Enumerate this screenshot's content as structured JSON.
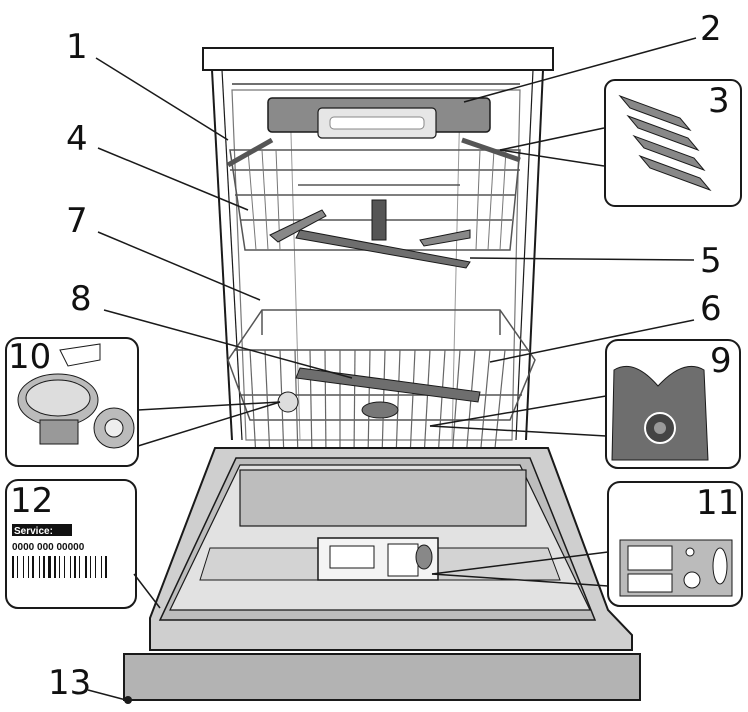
{
  "callouts": [
    {
      "id": "1",
      "text": "1"
    },
    {
      "id": "2",
      "text": "2"
    },
    {
      "id": "3",
      "text": "3"
    },
    {
      "id": "4",
      "text": "4"
    },
    {
      "id": "5",
      "text": "5"
    },
    {
      "id": "6",
      "text": "6"
    },
    {
      "id": "7",
      "text": "7"
    },
    {
      "id": "8",
      "text": "8"
    },
    {
      "id": "9",
      "text": "9"
    },
    {
      "id": "10",
      "text": "10"
    },
    {
      "id": "11",
      "text": "11"
    },
    {
      "id": "12",
      "text": "12"
    },
    {
      "id": "13",
      "text": "13"
    }
  ],
  "service_label": {
    "title": "Service:",
    "number": "0000 000 00000"
  },
  "colors": {
    "line": "#1a1a1a",
    "rack": "#555555",
    "panel": "#d9d9d9",
    "dark": "#6e6e6e",
    "door": "#bfbfbf"
  }
}
